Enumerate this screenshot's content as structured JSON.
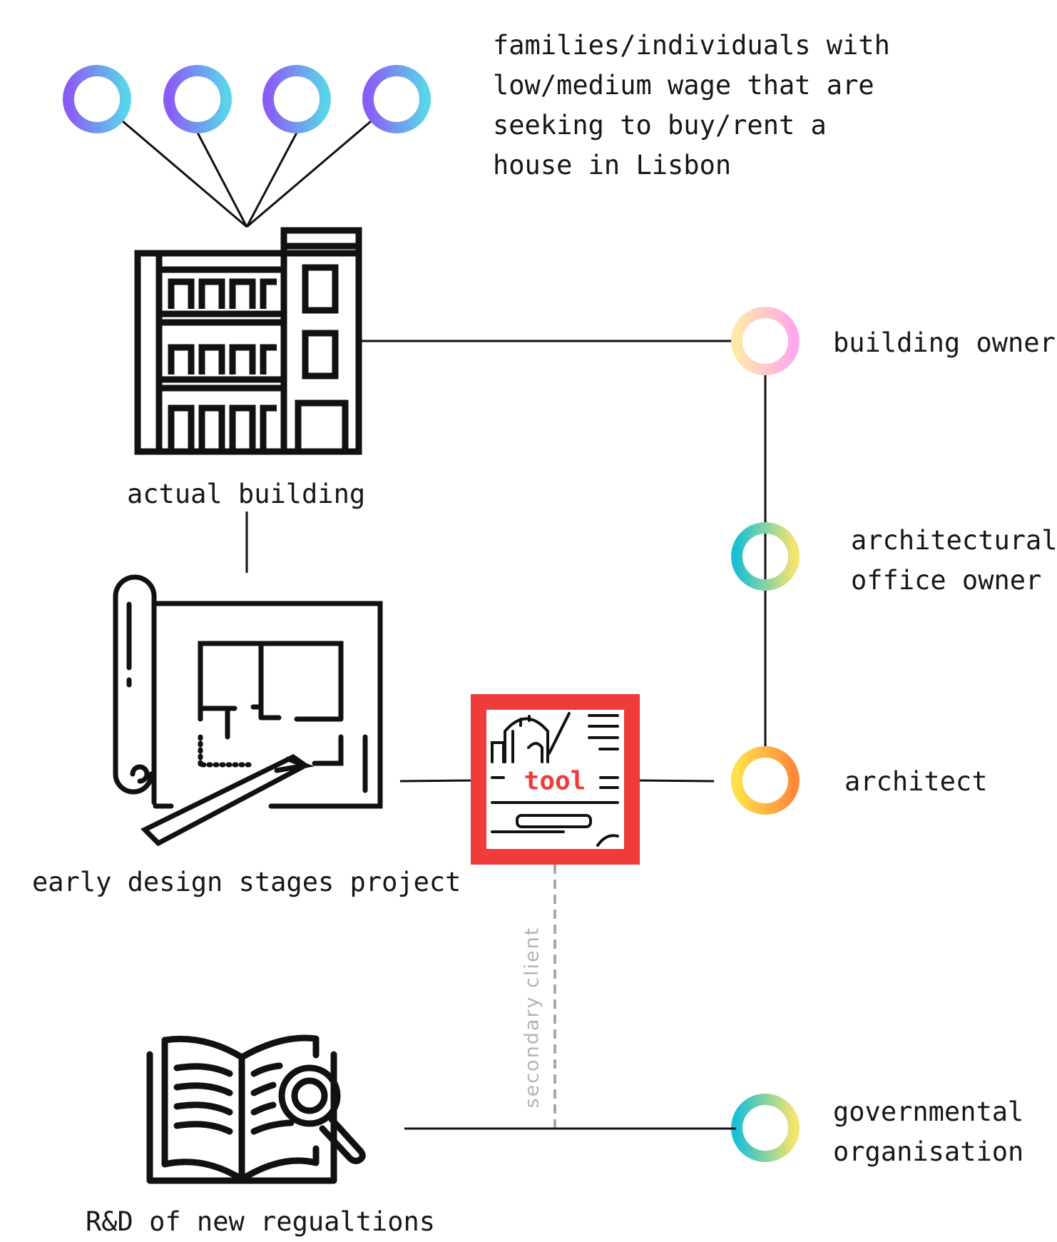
{
  "description_text": {
    "line1": "families/individuals with",
    "line2": "low/medium wage that are",
    "line3": "seeking to buy/rent a",
    "line4": "house in Lisbon"
  },
  "nodes": {
    "actual_building": "actual building",
    "early_design": "early design stages project",
    "rnd": "R&D of new regualtions",
    "tool": "tool"
  },
  "stakeholders": {
    "building_owner": "building owner",
    "architectural_office_owner_line1": "architectural",
    "architectural_office_owner_line2": "office owner",
    "architect": "architect",
    "governmental_line1": "governmental",
    "governmental_line2": "organisation"
  },
  "edge_labels": {
    "secondary_client": "secondary client"
  },
  "icons": {
    "family_circles": "ring-icon",
    "building": "building-icon",
    "blueprint": "blueprint-icon",
    "book": "book-search-icon",
    "tool": "tool-icon"
  },
  "colors": {
    "tool_red": "#f03b3b",
    "purple_blue_start": "#8a5cf6",
    "purple_blue_end": "#5ad4e8",
    "owner_start": "#ffe9a8",
    "owner_end": "#ffa8ee",
    "office_start": "#1bc0d4",
    "office_end": "#f3e470",
    "architect_start": "#ffe04a",
    "architect_end": "#ff8a3a",
    "gov_start": "#1bc0d4",
    "gov_end": "#f3e470",
    "dashed_gray": "#a8a8a8"
  }
}
